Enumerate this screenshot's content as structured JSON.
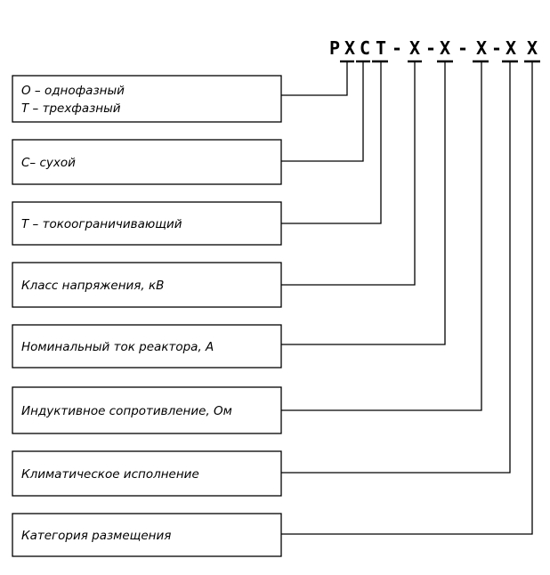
{
  "code": {
    "chars": [
      "Р",
      "Х",
      "С",
      "Т",
      "-",
      "Х",
      "-",
      "Х",
      "-",
      "Х",
      "-",
      "Х",
      "Х"
    ]
  },
  "boxes": [
    {
      "lines": [
        "О – однофазный",
        "Т – трехфазный"
      ]
    },
    {
      "lines": [
        "С– сухой"
      ]
    },
    {
      "lines": [
        "Т – токоограничивающий"
      ]
    },
    {
      "lines": [
        "Класс напряжения, кВ"
      ]
    },
    {
      "lines": [
        "Номинальный ток реактора, А"
      ]
    },
    {
      "lines": [
        "Индуктивное сопротивление, Ом"
      ]
    },
    {
      "lines": [
        "Климатическое исполнение"
      ]
    },
    {
      "lines": [
        "Категория размещения"
      ]
    }
  ]
}
